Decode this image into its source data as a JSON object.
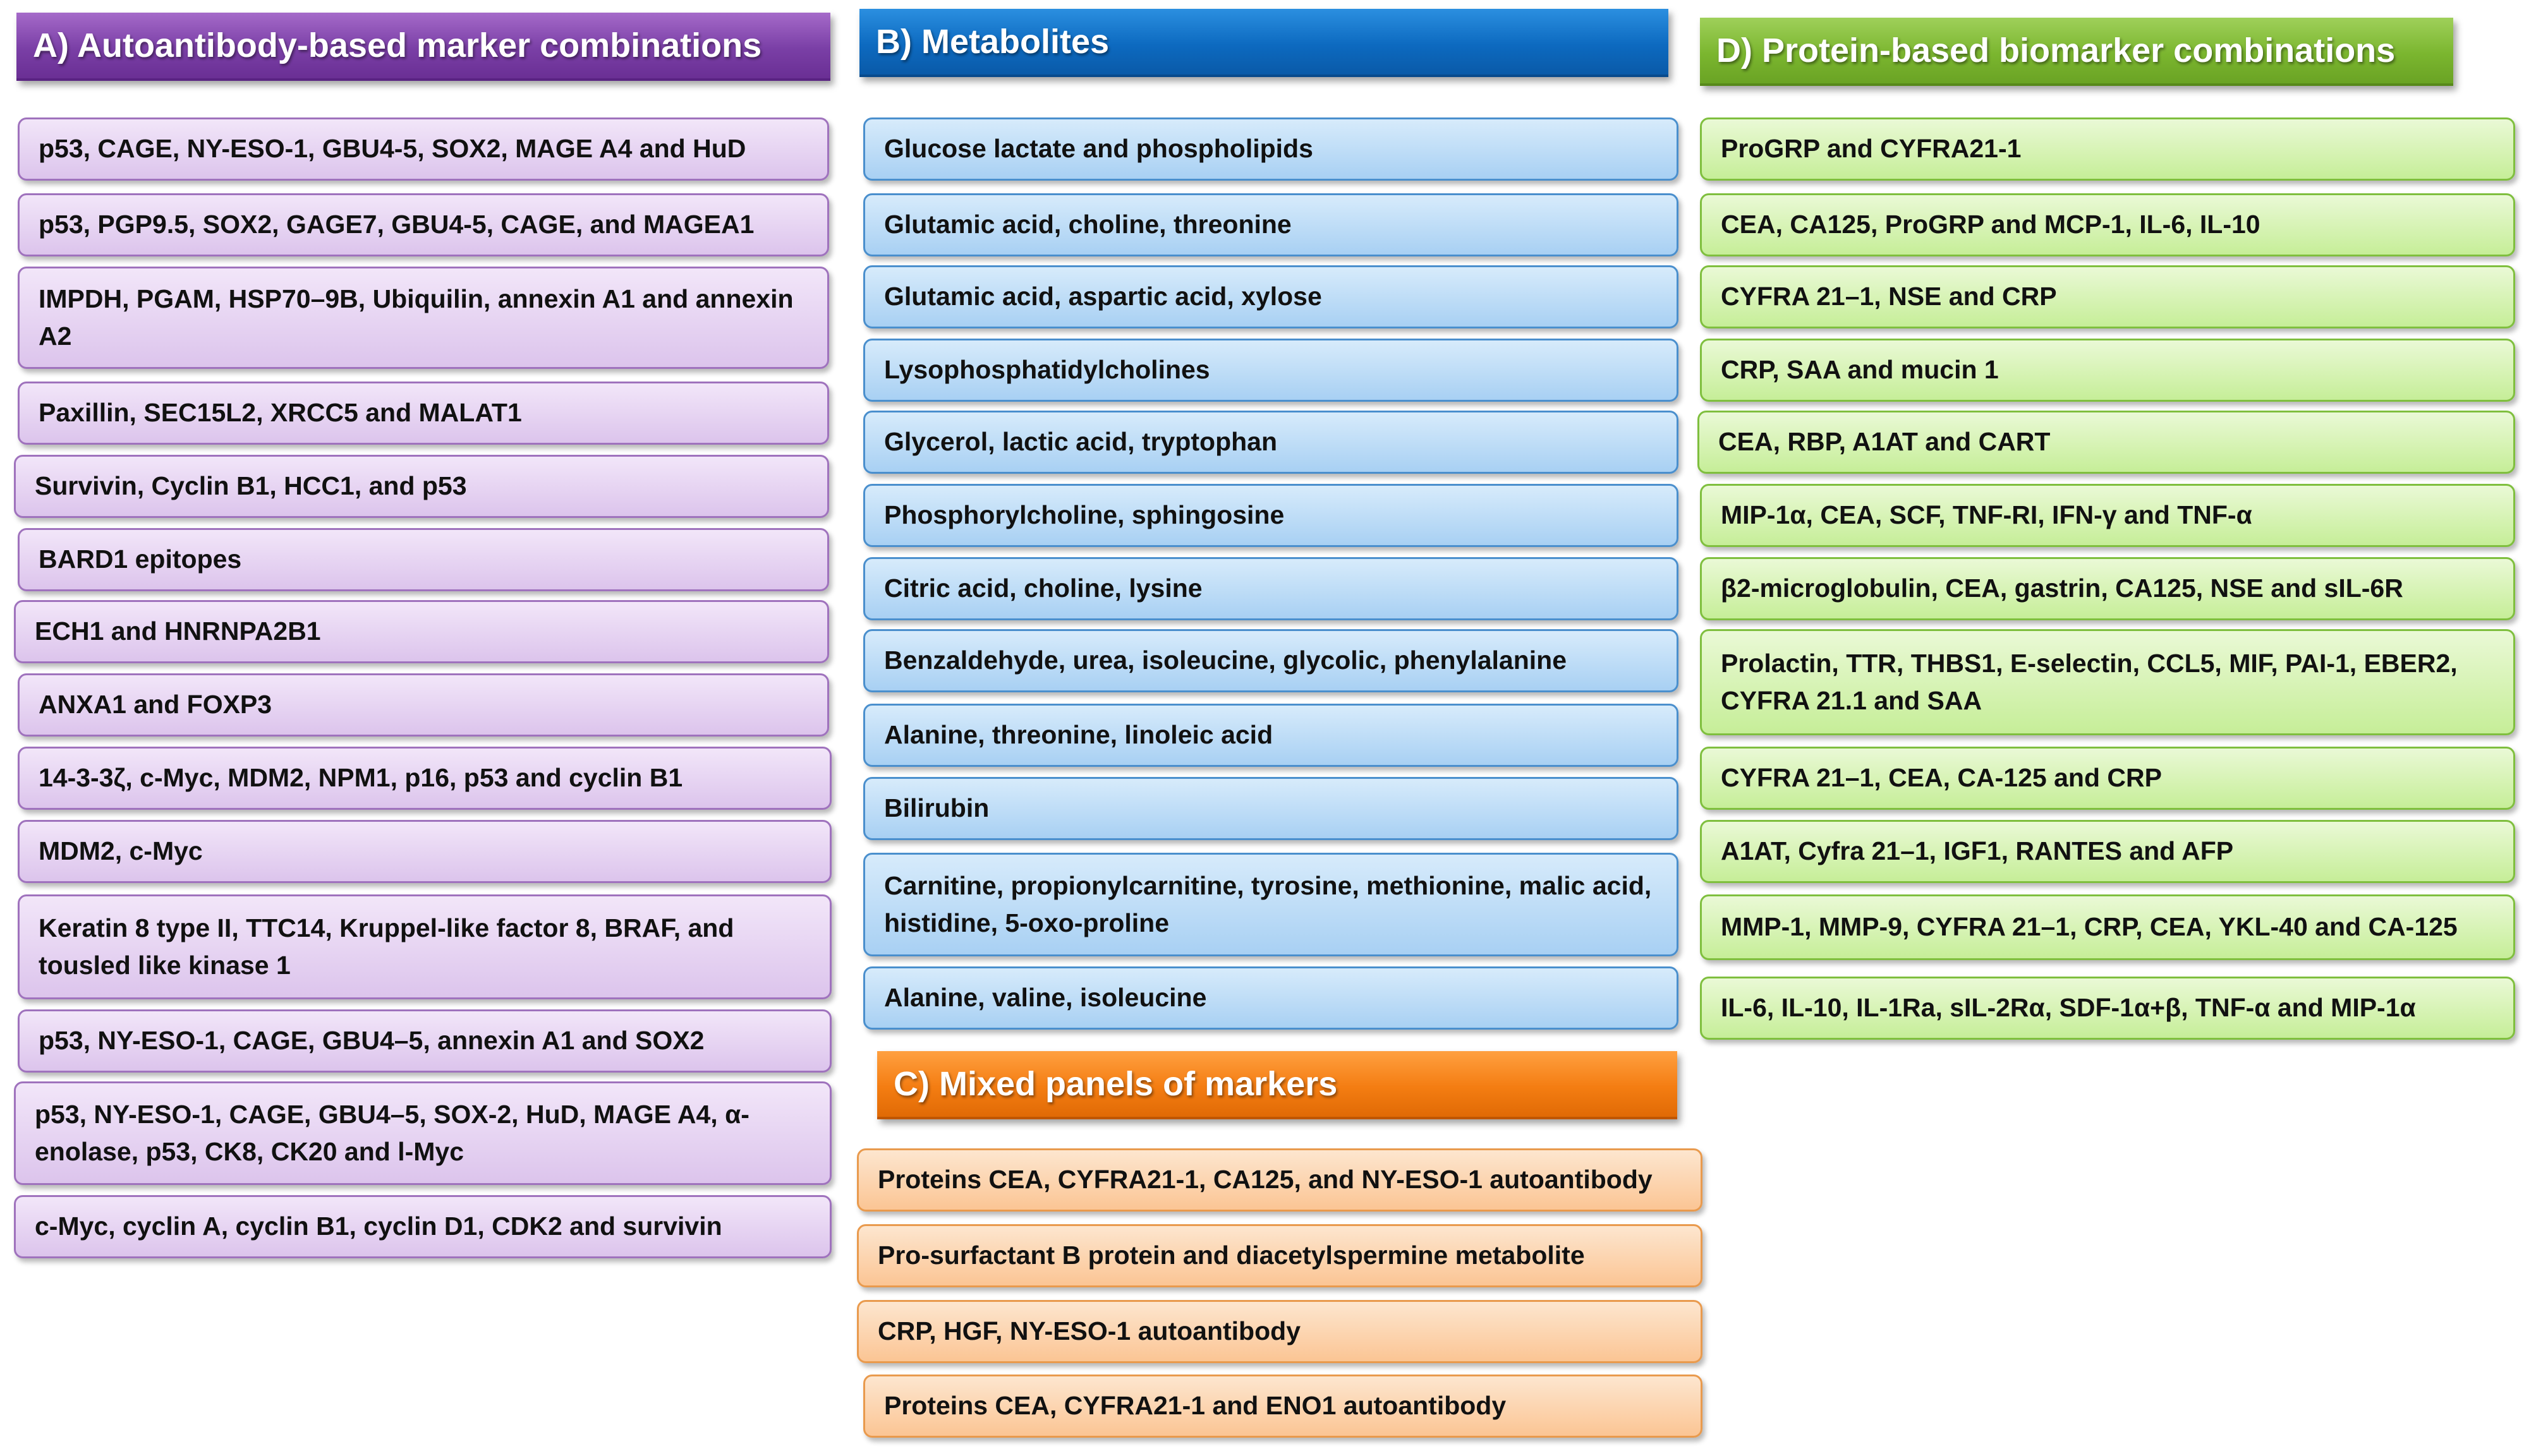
{
  "panels": {
    "a": {
      "title": "A) Autoantibody-based marker combinations",
      "items": [
        "p53, CAGE, NY-ESO-1, GBU4-5, SOX2, MAGE A4 and HuD",
        "p53, PGP9.5, SOX2, GAGE7, GBU4-5, CAGE, and MAGEA1",
        "IMPDH, PGAM, HSP70–9B, Ubiquilin, annexin A1 and annexin A2",
        "Paxillin, SEC15L2, XRCC5 and MALAT1",
        "Survivin, Cyclin B1, HCC1, and p53",
        "BARD1 epitopes",
        "ECH1 and HNRNPA2B1",
        "ANXA1 and FOXP3",
        "14-3-3ζ, c-Myc, MDM2, NPM1, p16, p53 and cyclin B1",
        "MDM2, c-Myc",
        "Keratin 8 type II, TTC14, Kruppel-like factor 8, BRAF, and tousled like kinase 1",
        "p53, NY-ESO-1, CAGE, GBU4–5, annexin A1 and SOX2",
        "p53, NY-ESO-1, CAGE, GBU4–5, SOX-2, HuD, MAGE A4, α-enolase, p53, CK8, CK20 and l-Myc",
        "c-Myc, cyclin A, cyclin B1, cyclin D1, CDK2 and survivin"
      ]
    },
    "b": {
      "title": "B) Metabolites",
      "items": [
        "Glucose lactate and phospholipids",
        "Glutamic acid, choline, threonine",
        "Glutamic acid, aspartic acid, xylose",
        "Lysophosphatidylcholines",
        "Glycerol, lactic acid, tryptophan",
        "Phosphorylcholine, sphingosine",
        "Citric acid, choline, lysine",
        "Benzaldehyde, urea, isoleucine, glycolic, phenylalanine",
        "Alanine, threonine, linoleic acid",
        "Bilirubin",
        "Carnitine, propionylcarnitine, tyrosine, methionine, malic acid, histidine, 5-oxo-proline",
        "Alanine, valine, isoleucine"
      ]
    },
    "c": {
      "title": "C) Mixed panels of markers",
      "items": [
        "Proteins CEA, CYFRA21-1, CA125, and NY-ESO-1 autoantibody",
        "Pro-surfactant B protein and diacetylspermine metabolite",
        "CRP, HGF, NY-ESO-1 autoantibody",
        "Proteins CEA, CYFRA21-1 and ENO1 autoantibody"
      ]
    },
    "d": {
      "title": "D) Protein-based biomarker combinations",
      "items": [
        "ProGRP and CYFRA21-1",
        "CEA, CA125, ProGRP and MCP-1, IL-6, IL-10",
        "CYFRA 21–1, NSE and CRP",
        "CRP, SAA and mucin 1",
        "CEA, RBP, A1AT and CART",
        "MIP-1α, CEA, SCF, TNF-RI, IFN-γ and TNF-α",
        "β2-microglobulin, CEA, gastrin, CA125, NSE and sIL-6R",
        "Prolactin, TTR, THBS1, E-selectin, CCL5, MIF, PAI-1, EBER2, CYFRA 21.1 and SAA",
        "CYFRA 21–1, CEA, CA-125 and CRP",
        "A1AT, Cyfra 21–1, IGF1, RANTES and AFP",
        "MMP-1, MMP-9, CYFRA 21–1, CRP, CEA, YKL-40 and CA-125",
        "IL-6, IL-10, IL-1Ra, sIL-2Rα, SDF-1α+β, TNF-α and MIP-1α"
      ]
    }
  },
  "colors": {
    "panel_a": "#7a3fa6",
    "panel_b": "#0d6ac0",
    "panel_c": "#f47d12",
    "panel_d": "#7bb62f"
  }
}
